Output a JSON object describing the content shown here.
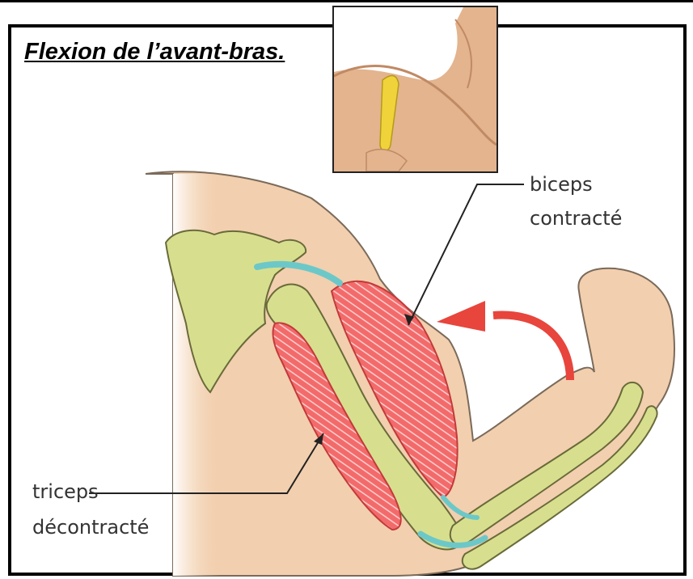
{
  "title": "Flexion de l’avant-bras.",
  "labels": {
    "biceps_line1": "biceps",
    "biceps_line2": "contracté",
    "triceps_line1": "triceps",
    "triceps_line2": "décontracté"
  },
  "colors": {
    "skin": "#f2cfae",
    "bone": "#d7df8f",
    "muscle": "#f36a6a",
    "tendon": "#6cc8c8",
    "arrow": "#e8453c",
    "frame": "#000000"
  },
  "icons": {
    "photo": "flexed-arm-measuring-tape-photo"
  }
}
